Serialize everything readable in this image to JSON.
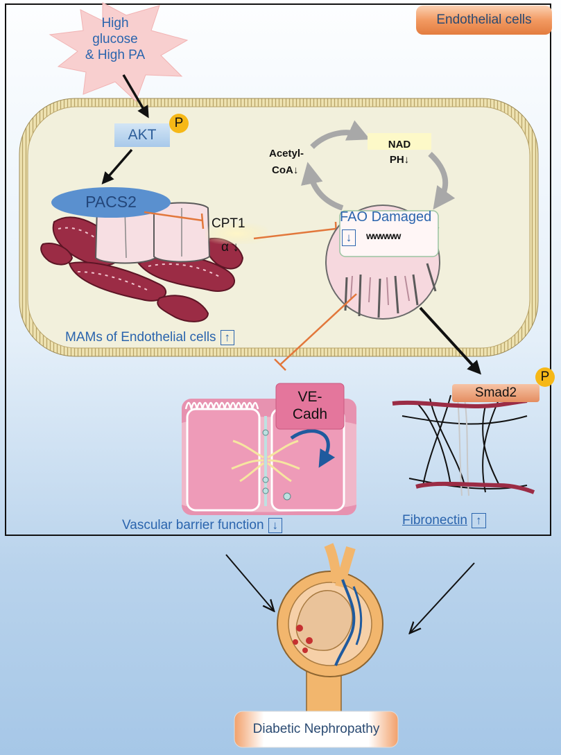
{
  "title_badge": "Endothelial cells",
  "stimulus": {
    "line1": "High",
    "line2": "glucose",
    "line3": "& High PA"
  },
  "akt": {
    "label": "AKT",
    "phospho": "P"
  },
  "pacs2": "PACS2",
  "cpt1": {
    "line1": "CPT1",
    "line2": "α ↓"
  },
  "acetyl_coa": {
    "line1": "Acetyl-",
    "line2": "CoA↓"
  },
  "nadph": {
    "line1": "NAD",
    "line2": "PH↓"
  },
  "fao": {
    "label": "FAO Damaged",
    "arrow": "↓",
    "helix": "wwwww"
  },
  "mams": {
    "label": "MAMs of Endothelial cells",
    "arrow": "↑"
  },
  "ve_cadh": {
    "line1": "VE-",
    "line2": "Cadh"
  },
  "vascular": {
    "label": "Vascular barrier function",
    "arrow": "↓"
  },
  "smad2": {
    "label": "Smad2",
    "phospho": "P"
  },
  "fibronectin": {
    "label": "Fibronectin",
    "arrow": "↑"
  },
  "outcome": "Diabetic Nephropathy",
  "colors": {
    "text_blue": "#2a64ad",
    "badge_orange": "#e8844a",
    "inhibit_orange": "#e2773b",
    "mito_red": "#9b2c45",
    "cytoplasm": "#f2f0dc",
    "phospho_yellow": "#f6b817"
  }
}
